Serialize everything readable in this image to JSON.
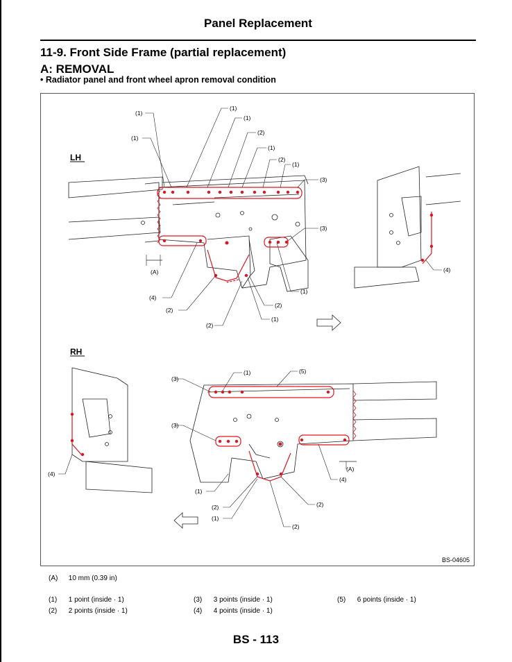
{
  "header": {
    "title": "Panel Replacement"
  },
  "section": {
    "title": "11-9.   Front Side Frame (partial replacement)",
    "subtitle": "A:  REMOVAL",
    "bullet": "•  Radiator panel and front wheel apron removal condition"
  },
  "figure": {
    "id": "BS-04605",
    "lh_label": "LH",
    "rh_label": "RH",
    "callouts": {
      "c1": "(1)",
      "c2": "(2)",
      "c3": "(3)",
      "c4": "(4)",
      "c5": "(5)",
      "cA": "(A)"
    },
    "accent_color": "#e0141e"
  },
  "legend": {
    "a": {
      "key": "(A)",
      "text": "10 mm (0.39 in)"
    },
    "items": [
      {
        "key": "(1)",
        "text": "1 point (inside · 1)"
      },
      {
        "key": "(2)",
        "text": "2 points (inside · 1)"
      },
      {
        "key": "(3)",
        "text": "3 points (inside · 1)"
      },
      {
        "key": "(4)",
        "text": "4 points (inside · 1)"
      },
      {
        "key": "(5)",
        "text": "6 points (inside · 1)"
      }
    ]
  },
  "footer": {
    "page": "BS - 113"
  }
}
